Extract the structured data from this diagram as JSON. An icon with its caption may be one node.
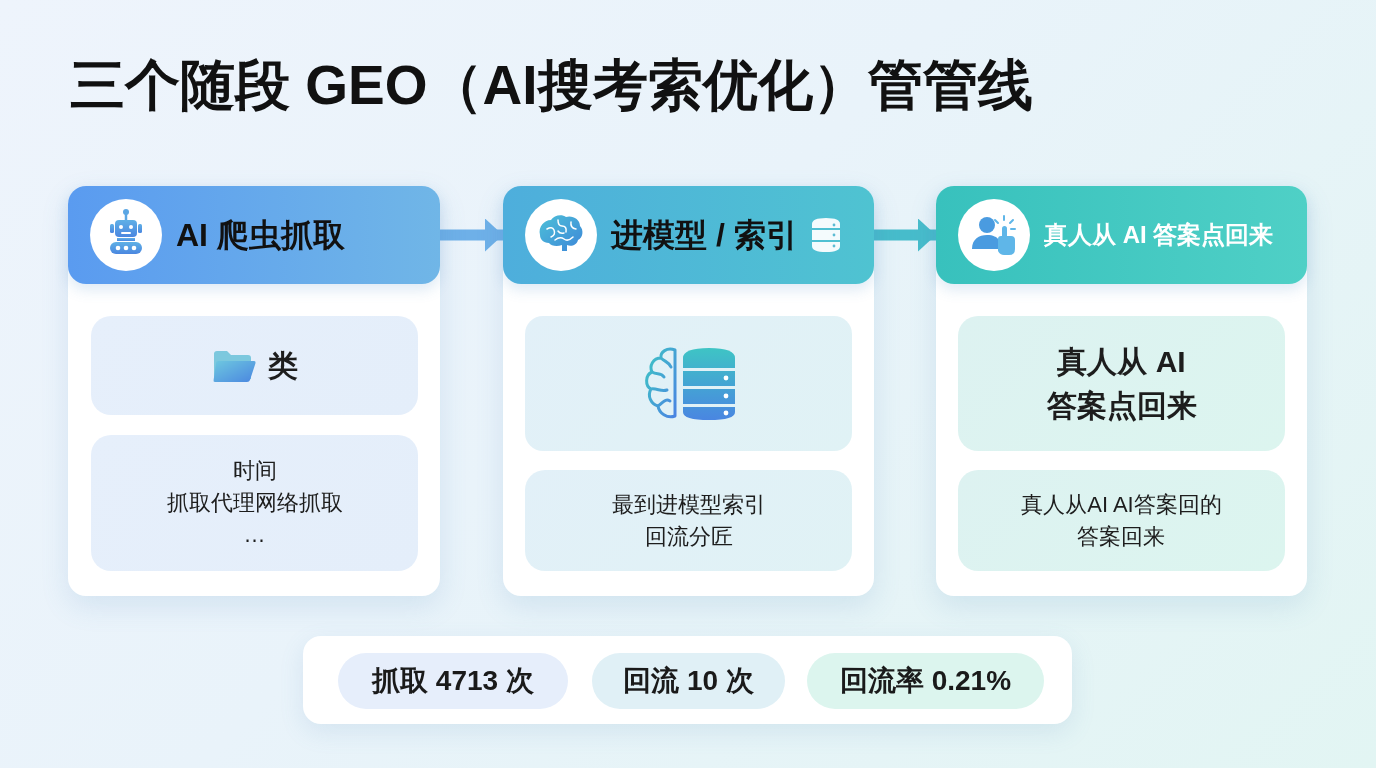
{
  "diagram": {
    "title": "三个随段 GEO（AI搜考索优化）管管线",
    "nodes": [
      {
        "text": [],
        "shape": "box"
      },
      {
        "text": [
          "AI 爬虫抓取"
        ],
        "in": 0
      },
      {
        "text": [
          "类"
        ],
        "in": 0
      },
      {
        "text": [
          "时间",
          "抓取代理网络抓取",
          "…"
        ],
        "in": 0
      },
      {
        "text": [],
        "shape": "box"
      },
      {
        "text": [
          "进模型 / 索引"
        ],
        "in": 4
      },
      {
        "text": [],
        "shape": "box",
        "in": 4
      },
      {
        "text": [
          "最到进模型索引回流分匠"
        ],
        "in": 4
      },
      {
        "text": [],
        "shape": "box"
      },
      {
        "text": [
          "真人从 AI 答案点回来"
        ],
        "in": 8
      },
      {
        "text": [
          "真人从 AI 答案点回来"
        ],
        "in": 8
      },
      {
        "text": [
          "真人从AI AI答案回的答案回来"
        ],
        "in": 8
      },
      {
        "text": [],
        "shape": "box"
      },
      {
        "text": [
          "抓取 4713 次"
        ],
        "in": 12
      },
      {
        "text": [
          "回流 10 次"
        ],
        "in": 12
      },
      {
        "text": [
          "回流率 0.21%"
        ],
        "in": 12
      }
    ],
    "edges": [
      {
        "from": 1,
        "to": 5,
        "arrow": "to",
        "color": "#6eb0e8"
      },
      {
        "from": 5,
        "to": 9,
        "arrow": "to",
        "color": "#47bccb"
      }
    ]
  }
}
